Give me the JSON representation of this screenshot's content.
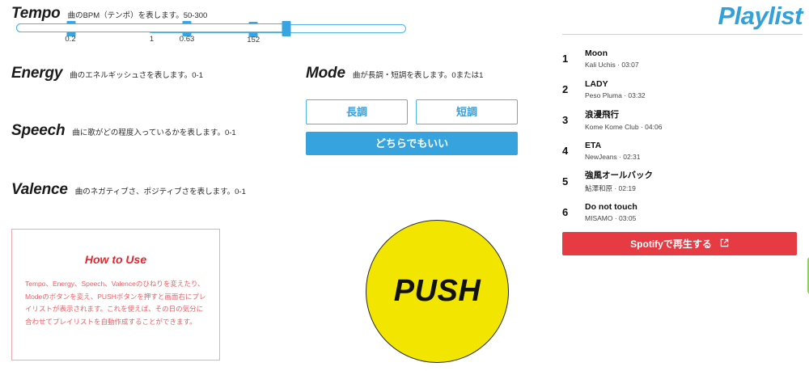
{
  "params": {
    "tempo": {
      "title": "Tempo",
      "desc": "曲のBPM（テンポ）を表します。50-300",
      "value": "152",
      "percent": 41
    },
    "energy": {
      "title": "Energy",
      "desc": "曲のエネルギッシュさを表します。0-1",
      "value": "0.63",
      "percent": 63
    },
    "speech": {
      "title": "Speech",
      "desc": "曲に歌がどの程度入っているかを表します。0-1",
      "value": "0.2",
      "percent": 20
    },
    "valence": {
      "title": "Valence",
      "desc": "曲のネガティブさ、ポジティブさを表します。0-1",
      "value": "1",
      "percent": 100
    }
  },
  "mode": {
    "title": "Mode",
    "desc": "曲が長調・短調を表します。0または1",
    "major_label": "長調",
    "minor_label": "短調",
    "any_label": "どちらでもいい"
  },
  "howto": {
    "title": "How to Use",
    "body": "Tempo、Energy、Speech、Valenceのひねりを変えたり、Modeのボタンを変え、PUSHボタンを押すと画面右にプレイリストが表示されます。これを使えば、その日の気分に合わせてプレイリストを自動作成することができます。"
  },
  "push": {
    "label": "PUSH"
  },
  "playlist": {
    "title": "Playlist",
    "tracks": [
      {
        "num": "1",
        "song": "Moon",
        "artist": "Kali Uchis · 03:07"
      },
      {
        "num": "2",
        "song": "LADY",
        "artist": "Peso Pluma · 03:32"
      },
      {
        "num": "3",
        "song": "浪漫飛行",
        "artist": "Kome Kome Club · 04:06"
      },
      {
        "num": "4",
        "song": "ETA",
        "artist": "NewJeans · 02:31"
      },
      {
        "num": "5",
        "song": "強風オールバック",
        "artist": "鮎澤和原 · 02:19"
      },
      {
        "num": "6",
        "song": "Do not touch",
        "artist": "MISAMO · 03:05"
      }
    ],
    "spotify_label": "Spotifyで再生する",
    "spotify_icon": "external-link-icon"
  },
  "colors": {
    "accent_blue": "#36a3df",
    "slider_blue": "#4fb3e8",
    "red": "#e73b44",
    "howto_red": "#ef5d63",
    "push_yellow": "#f2e500",
    "green_edge": "#90d060"
  }
}
